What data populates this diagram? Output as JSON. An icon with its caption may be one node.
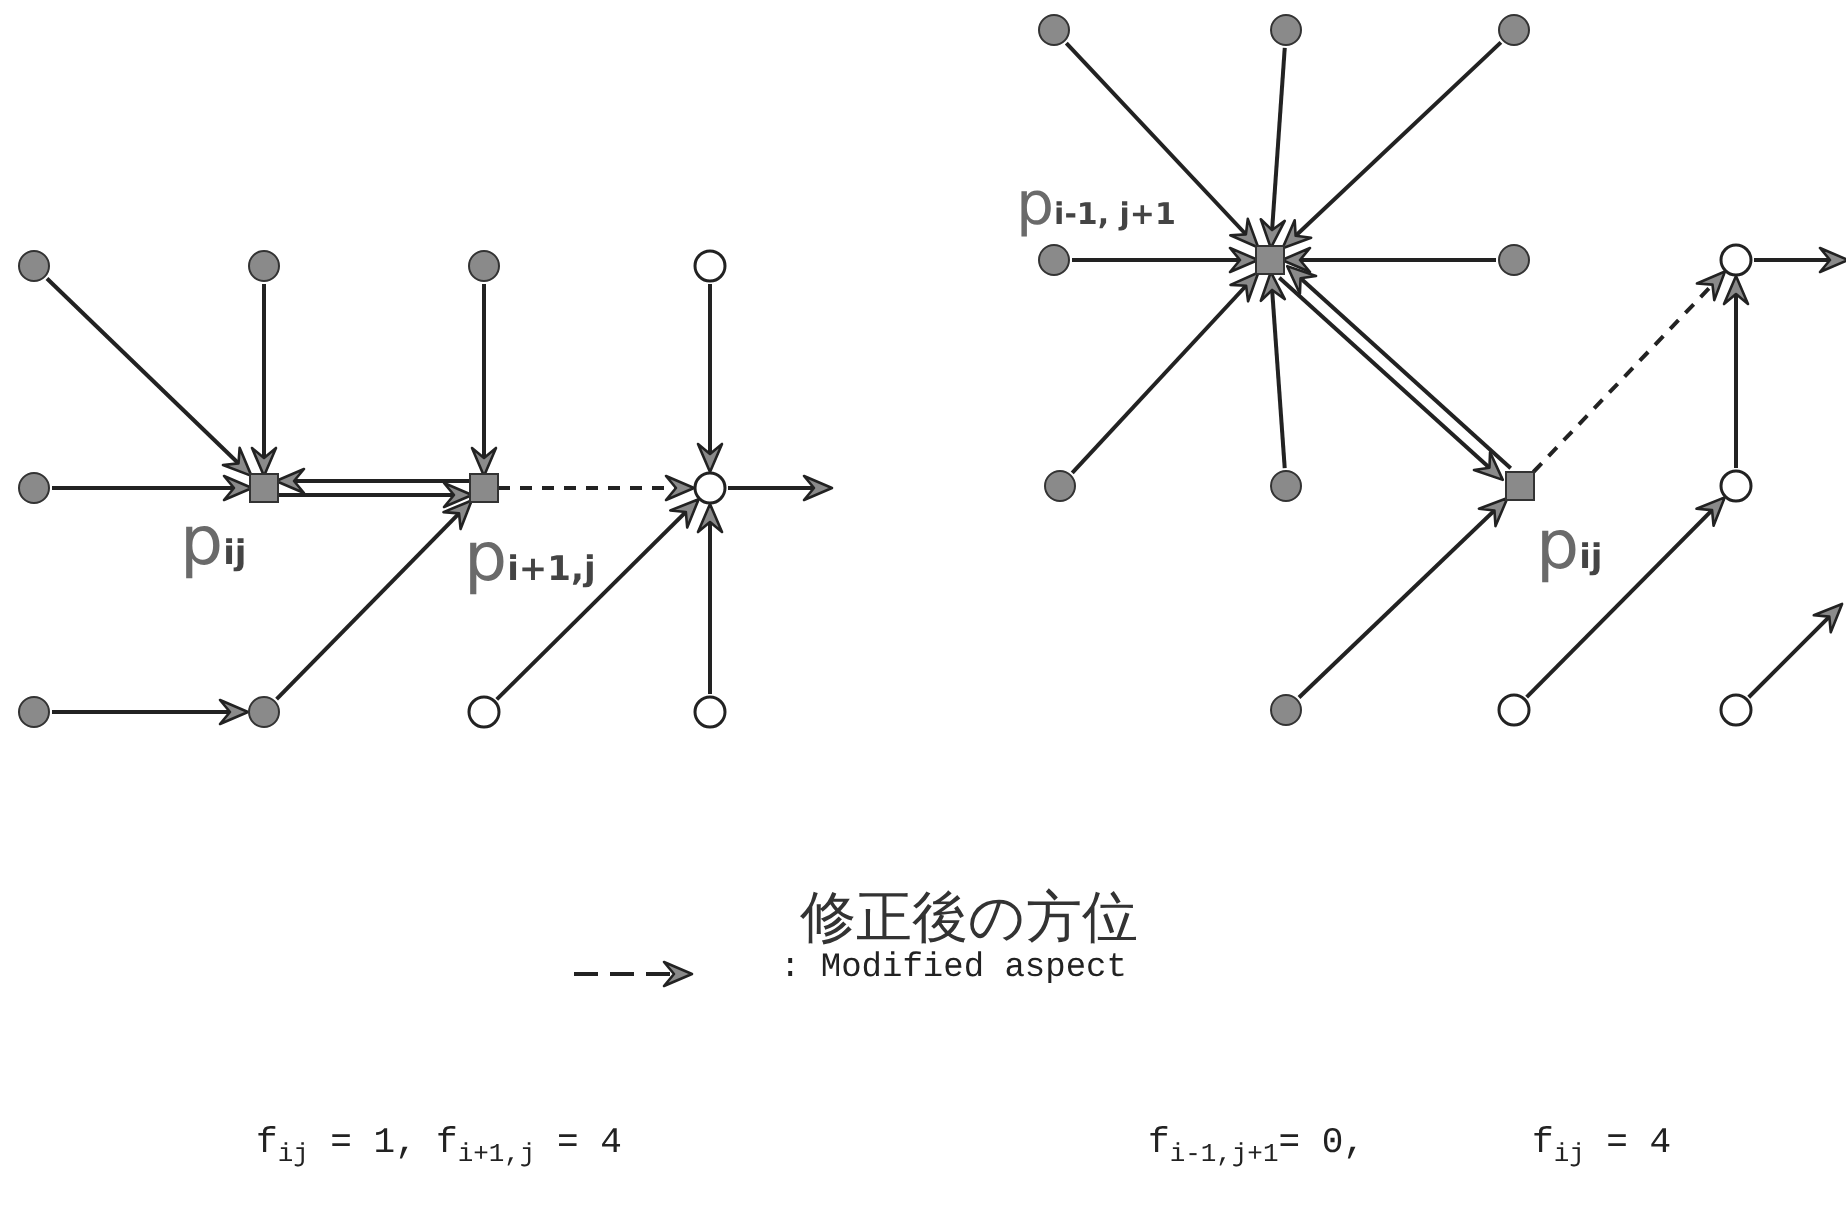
{
  "diagram": {
    "nodes": [
      {
        "text": [],
        "shape": "dot"
      },
      {
        "text": [],
        "shape": "dot"
      },
      {
        "text": [],
        "shape": "dot"
      },
      {
        "text": [],
        "shape": "circle"
      },
      {
        "text": [],
        "shape": "dot"
      },
      {
        "text": [],
        "shape": "box",
        "beside": [
          "p$_{ij}$"
        ]
      },
      {
        "text": [],
        "shape": "box",
        "beside": [
          "p$_{i+1,j}$"
        ]
      },
      {
        "text": [],
        "shape": "circle"
      },
      {
        "text": [],
        "shape": "dot"
      },
      {
        "text": [],
        "shape": "dot"
      },
      {
        "text": [],
        "shape": "circle"
      },
      {
        "text": [],
        "shape": "circle"
      },
      {
        "text": [],
        "shape": "dot"
      },
      {
        "text": [],
        "shape": "dot"
      },
      {
        "text": [],
        "shape": "dot"
      },
      {
        "text": [],
        "shape": "dot"
      },
      {
        "text": [],
        "shape": "box"
      },
      {
        "text": [],
        "shape": "dot"
      },
      {
        "text": [],
        "shape": "circle"
      },
      {
        "text": [],
        "shape": "dot"
      },
      {
        "text": [],
        "shape": "dot"
      },
      {
        "text": [],
        "shape": "box",
        "beside": [
          "p$_{ij}$"
        ]
      },
      {
        "text": [],
        "shape": "circle"
      },
      {
        "text": [],
        "shape": "dot"
      },
      {
        "text": [],
        "shape": "circle"
      },
      {
        "text": [],
        "shape": "circle"
      }
    ],
    "edges": [
      {
        "from": 0,
        "to": 5,
        "arrow": "to"
      },
      {
        "from": 1,
        "to": 5,
        "arrow": "to"
      },
      {
        "from": 2,
        "to": 6,
        "arrow": "to"
      },
      {
        "from": 3,
        "to": 7,
        "arrow": "to"
      },
      {
        "from": 4,
        "to": 5,
        "arrow": "to"
      },
      {
        "from": 5,
        "to": 6,
        "arrow": "to"
      },
      {
        "from": 6,
        "to": 5,
        "arrow": "to"
      },
      {
        "from": 6,
        "to": 7,
        "arrow": "to",
        "style": "dashed"
      },
      {
        "from": 7,
        "to": null,
        "arrow": "to"
      },
      {
        "from": 8,
        "to": 9,
        "arrow": "to"
      },
      {
        "from": 9,
        "to": 6,
        "arrow": "to"
      },
      {
        "from": 10,
        "to": 7,
        "arrow": "to"
      },
      {
        "from": 11,
        "to": 7,
        "arrow": "to"
      },
      {
        "from": 12,
        "to": 16,
        "arrow": "to"
      },
      {
        "from": 13,
        "to": 16,
        "arrow": "to"
      },
      {
        "from": 14,
        "to": 16,
        "arrow": "to"
      },
      {
        "from": 15,
        "to": 16,
        "arrow": "to"
      },
      {
        "from": 17,
        "to": 16,
        "arrow": "to"
      },
      {
        "from": 16,
        "to": 21,
        "arrow": "to"
      },
      {
        "from": 18,
        "to": null,
        "arrow": "to"
      },
      {
        "from": 19,
        "to": 16,
        "arrow": "to"
      },
      {
        "from": 20,
        "to": 16,
        "arrow": "to"
      },
      {
        "from": 21,
        "to": 16,
        "arrow": "to"
      },
      {
        "from": 21,
        "to": 18,
        "arrow": "to",
        "style": "dashed"
      },
      {
        "from": 22,
        "to": 18,
        "arrow": "to"
      },
      {
        "from": 23,
        "to": 21,
        "arrow": "to"
      },
      {
        "from": 24,
        "to": 22,
        "arrow": "to"
      },
      {
        "from": 25,
        "to": null,
        "arrow": "to"
      }
    ],
    "labels": [
      "p$_{i-1, j+1}$",
      "修正後の方位",
      "f$_{ij}$ = 1,",
      "f$_{i+1,j}$ = 4",
      "f$_{i-1,j+1}$= 0,",
      "f$_{ij}$ = 4"
    ],
    "legend": [
      {
        "text": ": Modified aspect"
      }
    ]
  }
}
